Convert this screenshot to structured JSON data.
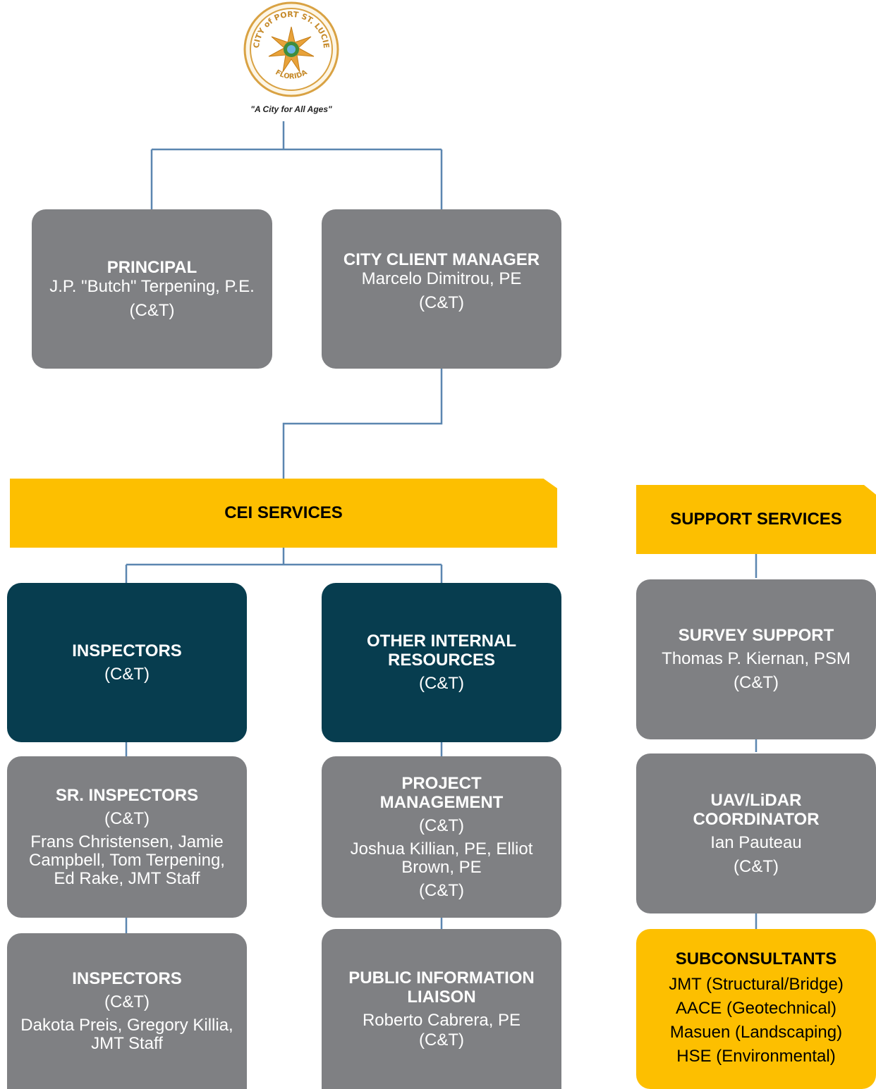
{
  "logo": {
    "seal_text_top": "CITY of PORT ST. LUCIE",
    "seal_text_bottom": "FLORIDA",
    "tagline": "\"A City for All Ages\""
  },
  "colors": {
    "gray_box": "#7f8083",
    "navy_box": "#073d4f",
    "gold": "#fdbf00",
    "connector": "#5b86b0"
  },
  "top": {
    "principal": {
      "title": "PRINCIPAL",
      "name": "J.P. \"Butch\" Terpening, P.E.",
      "firm": "(C&T)"
    },
    "client_manager": {
      "title": "CITY CLIENT MANAGER",
      "name": "Marcelo Dimitrou, PE",
      "firm": "(C&T)"
    }
  },
  "cei": {
    "label": "CEI SERVICES",
    "inspectors_header": {
      "title": "INSPECTORS",
      "firm": "(C&T)"
    },
    "other_internal": {
      "title": "OTHER INTERNAL RESOURCES",
      "firm": "(C&T)"
    },
    "sr_inspectors": {
      "title": "SR. INSPECTORS",
      "firm": "(C&T)",
      "names": "Frans Christensen, Jamie Campbell, Tom Terpening, Ed Rake, JMT Staff"
    },
    "project_management": {
      "title": "PROJECT MANAGEMENT",
      "firm": "(C&T)",
      "names": "Joshua Killian, PE, Elliot Brown, PE",
      "firm2": "(C&T)"
    },
    "inspectors": {
      "title": "INSPECTORS",
      "firm": "(C&T)",
      "names": "Dakota Preis, Gregory Killia, JMT Staff"
    },
    "public_info": {
      "title": "PUBLIC INFORMATION LIAISON",
      "name": "Roberto Cabrera, PE",
      "firm": "(C&T)"
    }
  },
  "support": {
    "label": "SUPPORT SERVICES",
    "survey": {
      "title": "SURVEY SUPPORT",
      "name": "Thomas P. Kiernan, PSM",
      "firm": "(C&T)"
    },
    "uav": {
      "title": "UAV/LiDAR COORDINATOR",
      "name": "Ian Pauteau",
      "firm": "(C&T)"
    },
    "subconsultants": {
      "title": "SUBCONSULTANTS",
      "items": [
        "JMT (Structural/Bridge)",
        "AACE (Geotechnical)",
        "Masuen (Landscaping)",
        "HSE (Environmental)"
      ]
    }
  }
}
